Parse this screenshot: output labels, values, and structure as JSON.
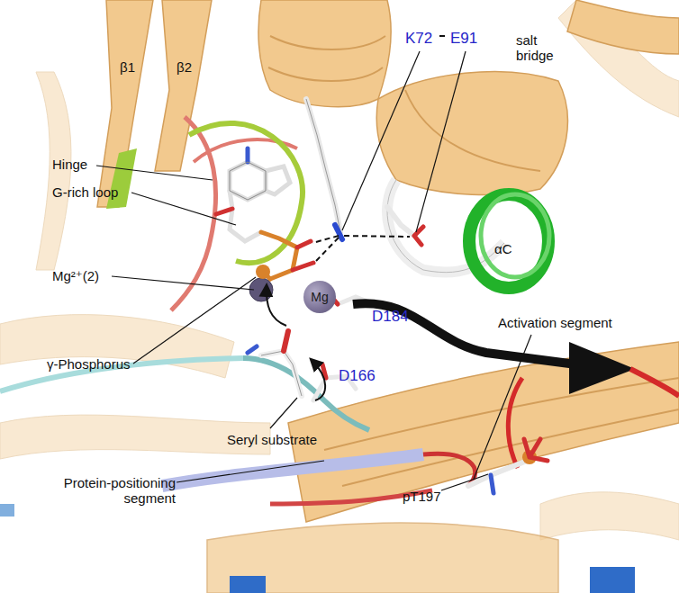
{
  "diagram": {
    "nodes": [
      {
        "text": [
          "Mg"
        ]
      }
    ],
    "labels": [
      "β1",
      "β2",
      "K72",
      "E91",
      "salt bridge",
      "Hinge",
      "G-rich loop",
      "Mg²⁺(2)",
      "D184",
      "αC",
      "Activation segment",
      "γ-Phosphorus",
      "Seryl substrate",
      "D166",
      "Protein-positioning segment",
      "pT197"
    ]
  }
}
